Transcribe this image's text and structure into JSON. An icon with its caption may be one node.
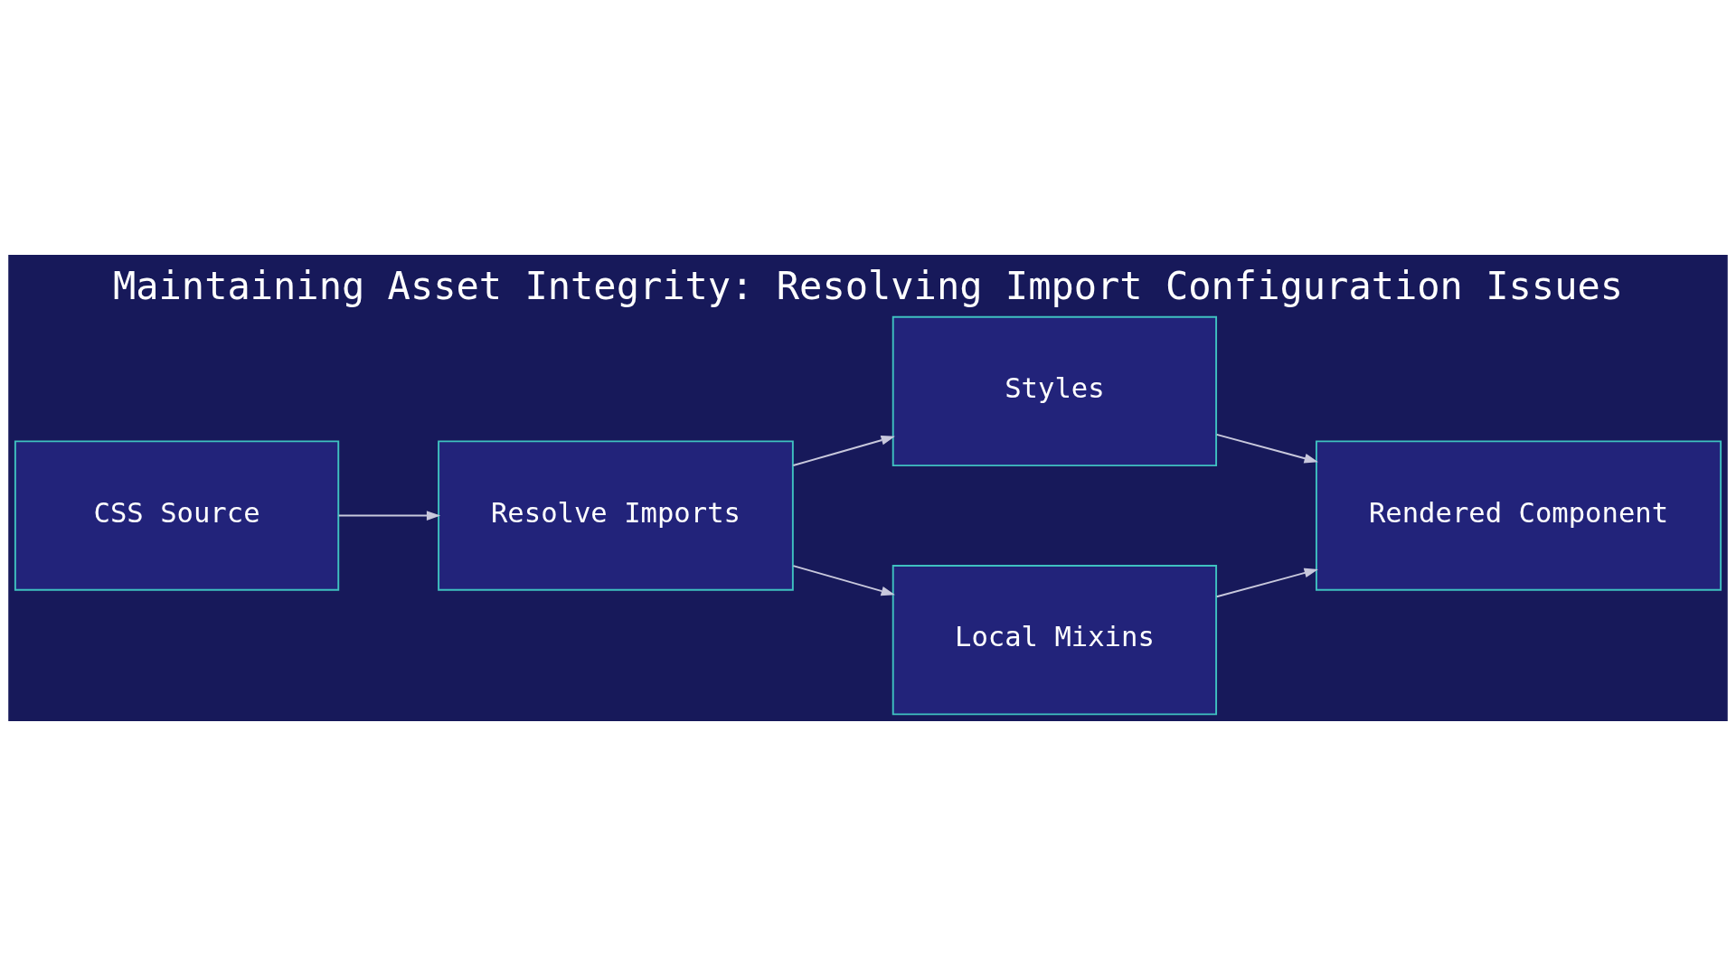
{
  "diagram": {
    "title": "Maintaining Asset Integrity: Resolving Import Configuration Issues",
    "nodes": [
      {
        "text": [
          "CSS Source"
        ]
      },
      {
        "text": [
          "Resolve Imports"
        ]
      },
      {
        "text": [
          "Styles"
        ]
      },
      {
        "text": [
          "Local Mixins"
        ]
      },
      {
        "text": [
          "Rendered Component"
        ]
      }
    ],
    "edges": [
      {
        "from": 0,
        "to": 1,
        "arrow": "to"
      },
      {
        "from": 1,
        "to": 2,
        "arrow": "to"
      },
      {
        "from": 1,
        "to": 3,
        "arrow": "to"
      },
      {
        "from": 2,
        "to": 4,
        "arrow": "to"
      },
      {
        "from": 3,
        "to": 4,
        "arrow": "to"
      }
    ]
  }
}
